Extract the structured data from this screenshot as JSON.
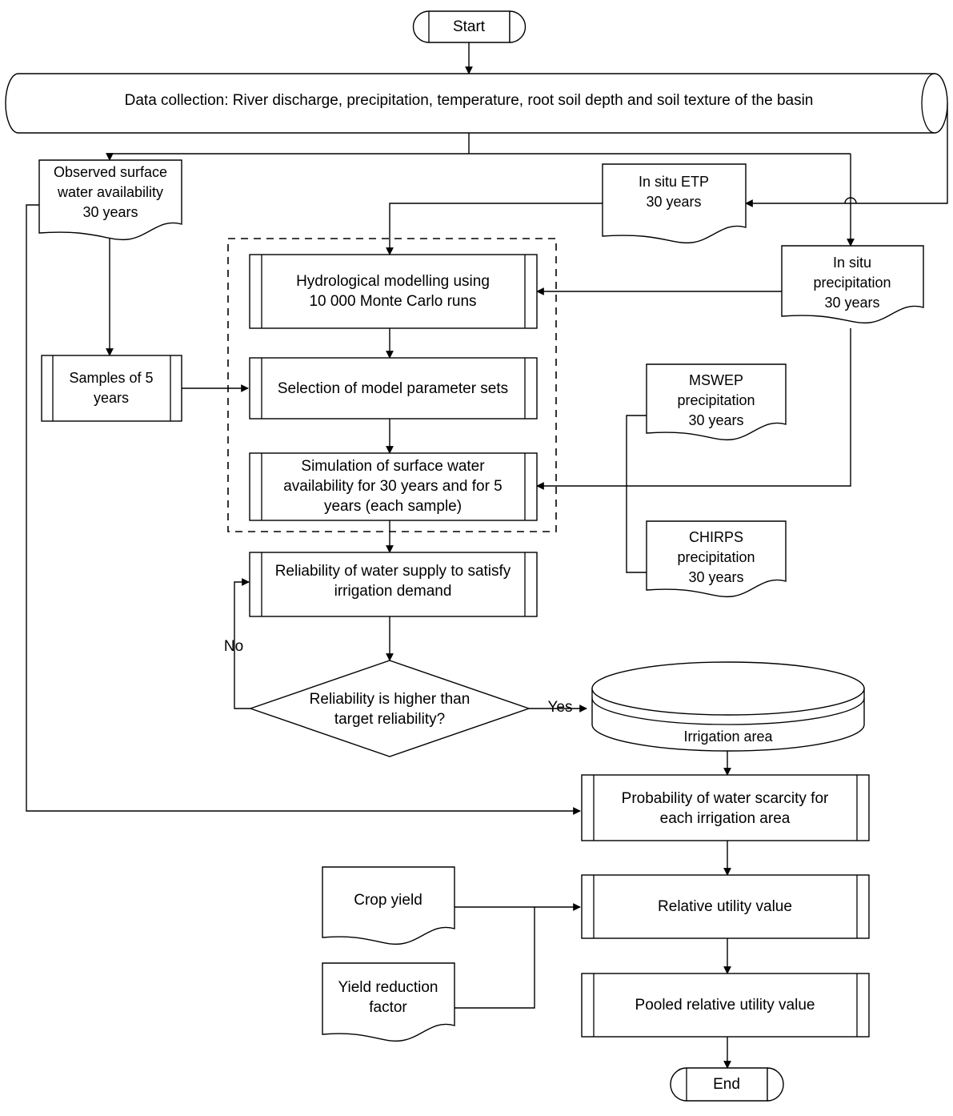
{
  "diagram": {
    "title": "Water scarcity and irrigation utility assessment flowchart",
    "colors": {
      "background": "#ffffff",
      "stroke": "#000000",
      "fill": "#ffffff"
    },
    "nodes": {
      "start": {
        "label": "Start",
        "shape": "terminator"
      },
      "data_collection": {
        "label": "Data collection: River discharge, precipitation, temperature, root soil depth and soil texture of the basin",
        "shape": "horizontal-cylinder"
      },
      "observed_surface_water": {
        "lines": [
          "Observed surface",
          "water availability",
          "30 years"
        ],
        "shape": "document"
      },
      "in_situ_etp": {
        "lines": [
          "In situ ETP",
          "30 years"
        ],
        "shape": "document"
      },
      "in_situ_precipitation": {
        "lines": [
          "In situ",
          "precipitation",
          "30 years"
        ],
        "shape": "document"
      },
      "mswep_precipitation": {
        "lines": [
          "MSWEP",
          "precipitation",
          "30 years"
        ],
        "shape": "document"
      },
      "chirps_precipitation": {
        "lines": [
          "CHIRPS",
          "precipitation",
          "30 years"
        ],
        "shape": "document"
      },
      "samples_of_5_years": {
        "lines": [
          "Samples of 5",
          "years"
        ],
        "shape": "predefined-process"
      },
      "hydrological_modelling": {
        "lines": [
          "Hydrological modelling using",
          "10 000 Monte Carlo runs"
        ],
        "shape": "predefined-process"
      },
      "selection_of_parameters": {
        "lines": [
          "Selection of model parameter sets"
        ],
        "shape": "predefined-process"
      },
      "simulation_surface_water": {
        "lines": [
          "Simulation of surface water",
          "availability for 30 years and for 5",
          "years (each sample)"
        ],
        "shape": "predefined-process"
      },
      "reliability_water_supply": {
        "lines": [
          "Reliability of water supply to satisfy",
          "irrigation demand"
        ],
        "shape": "predefined-process"
      },
      "reliability_decision": {
        "lines": [
          "Reliability is higher than",
          "target reliability?"
        ],
        "shape": "decision"
      },
      "irrigation_area": {
        "label": "Irrigation area",
        "shape": "vertical-cylinder"
      },
      "probability_water_scarcity": {
        "lines": [
          "Probability of water scarcity for",
          "each irrigation area"
        ],
        "shape": "predefined-process"
      },
      "crop_yield": {
        "lines": [
          "Crop yield"
        ],
        "shape": "document"
      },
      "yield_reduction_factor": {
        "lines": [
          "Yield reduction",
          "factor"
        ],
        "shape": "document"
      },
      "relative_utility_value": {
        "lines": [
          "Relative utility value"
        ],
        "shape": "predefined-process"
      },
      "pooled_relative_utility_value": {
        "lines": [
          "Pooled relative utility value"
        ],
        "shape": "predefined-process"
      },
      "end": {
        "label": "End",
        "shape": "terminator"
      }
    },
    "edge_labels": {
      "no": "No",
      "yes": "Yes"
    }
  }
}
